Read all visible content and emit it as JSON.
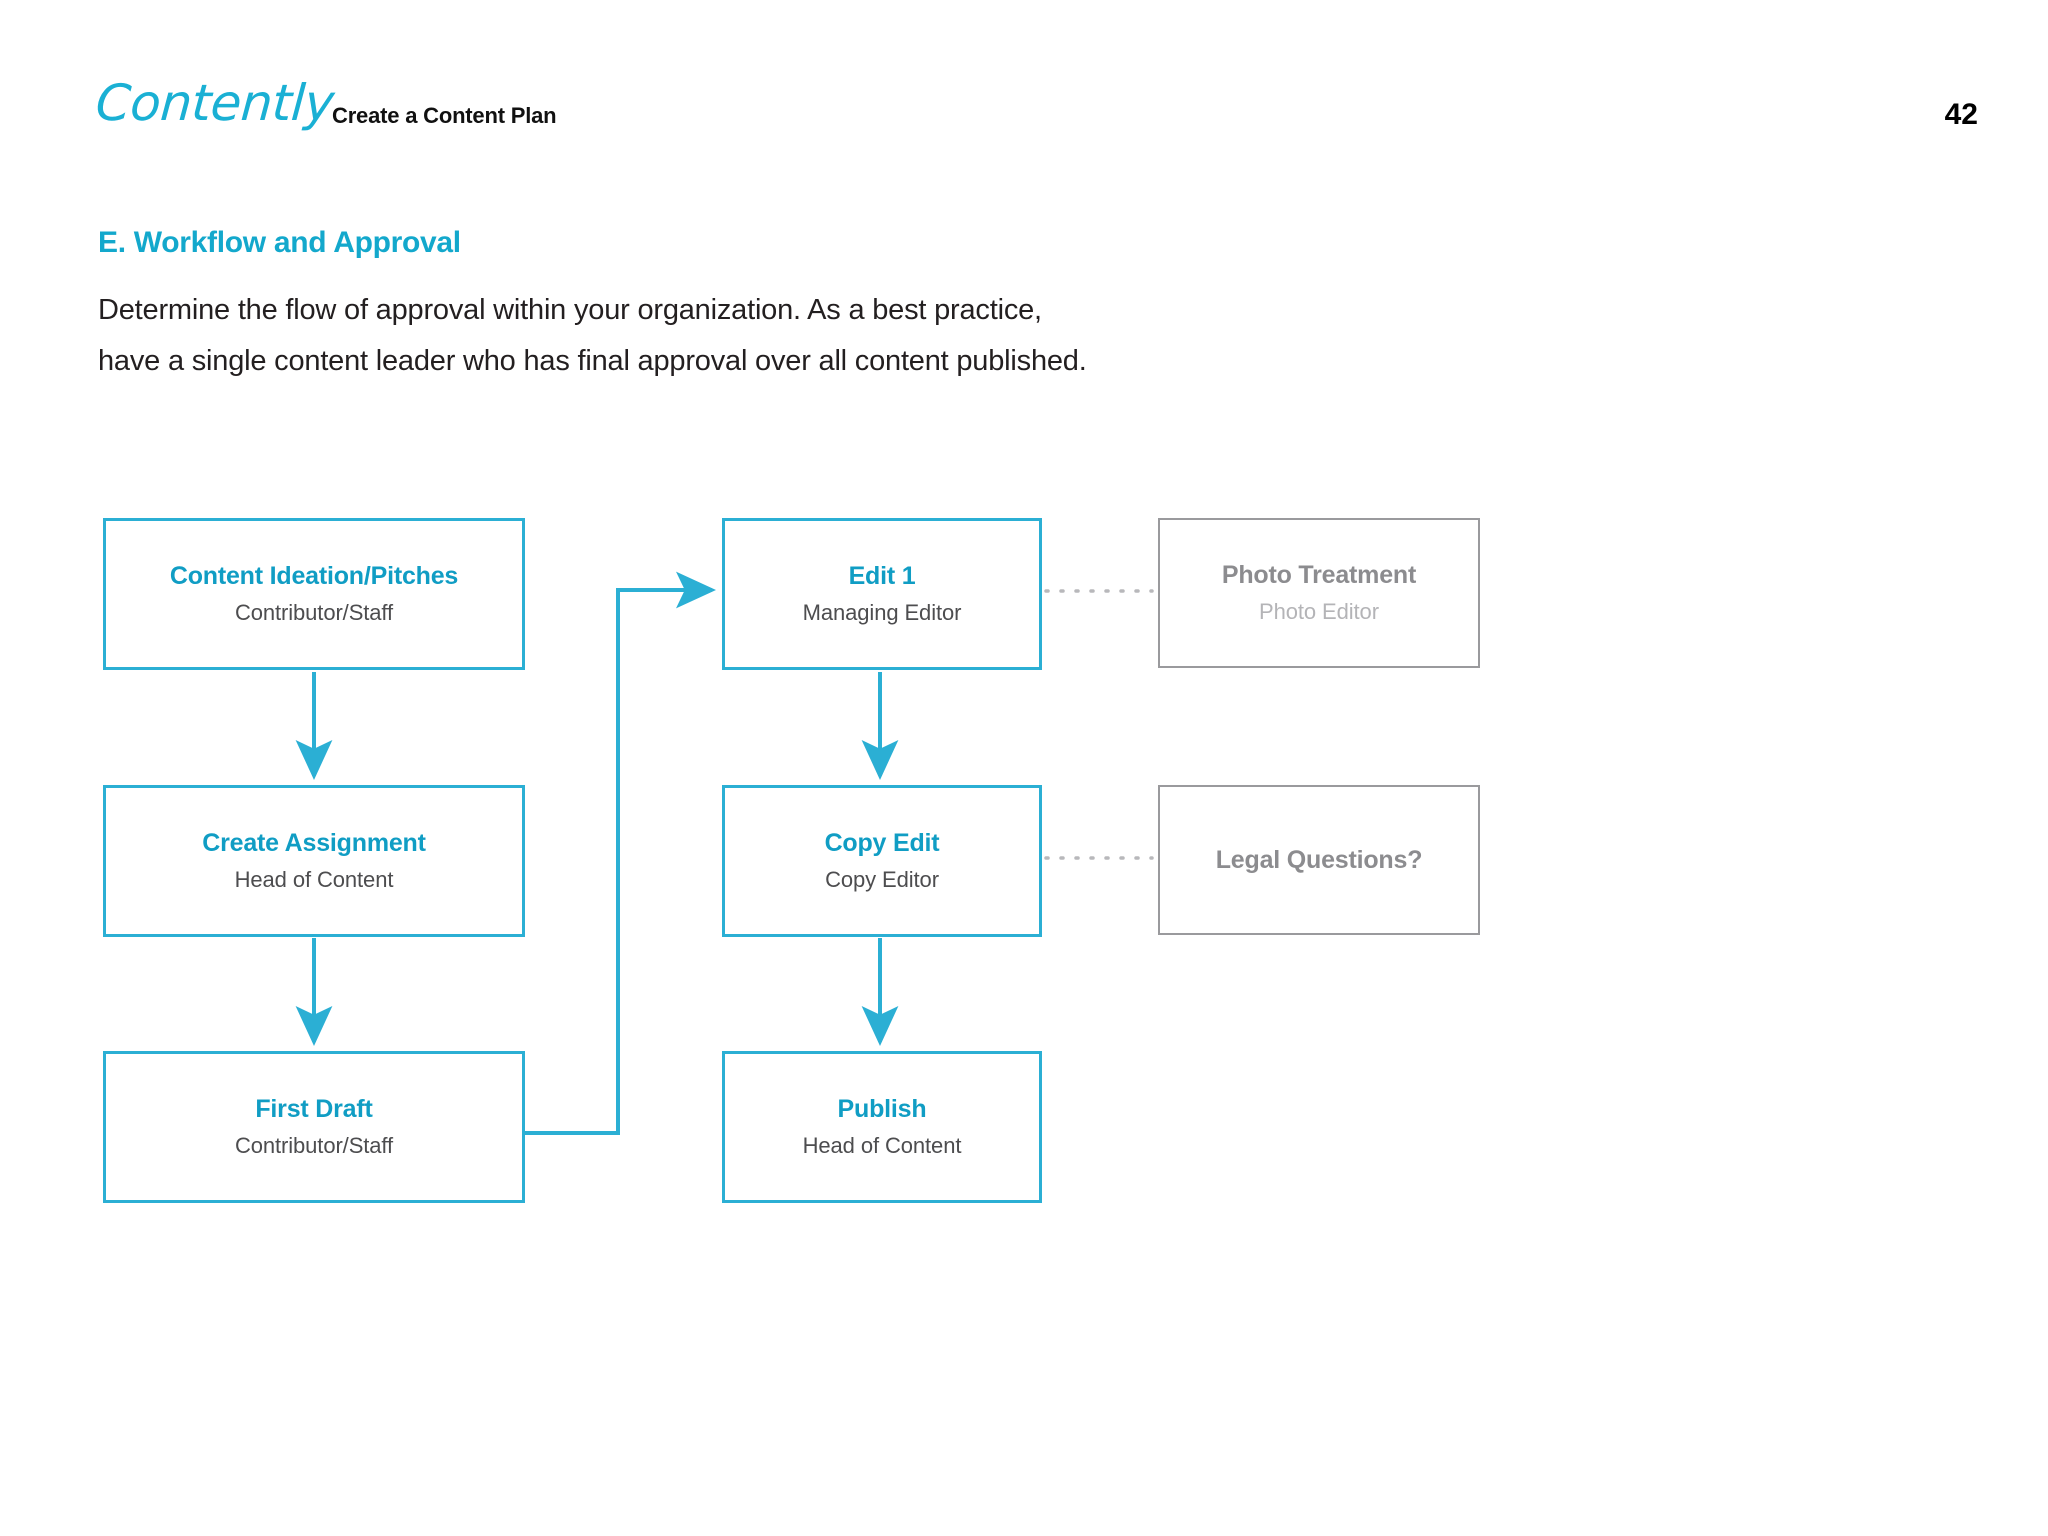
{
  "header": {
    "logo": "Contently",
    "title": "Create a Content Plan",
    "page_number": "42"
  },
  "section": {
    "heading": "E. Workflow and Approval",
    "paragraph_line1": "Determine the flow of approval within your organization. As a best practice,",
    "paragraph_line2": "have a single content leader who has final approval over all content published."
  },
  "colors": {
    "brand_cyan": "#13a8cc",
    "node_border_blue": "#2bafd4",
    "node_title_blue": "#109dc4",
    "node_border_gray": "#9a9a9d",
    "node_title_gray": "#8c8c8f",
    "node_sub_gray": "#b4b4b7",
    "body_text": "#231f20",
    "background": "#ffffff"
  },
  "diagram": {
    "type": "flowchart",
    "nodes": [
      {
        "id": "content-ideation",
        "title": "Content Ideation/Pitches",
        "subtitle": "Contributor/Staff",
        "style": "blue",
        "column": "left",
        "row": 1
      },
      {
        "id": "create-assignment",
        "title": "Create Assignment",
        "subtitle": "Head of Content",
        "style": "blue",
        "column": "left",
        "row": 2
      },
      {
        "id": "first-draft",
        "title": "First Draft",
        "subtitle": "Contributor/Staff",
        "style": "blue",
        "column": "left",
        "row": 3
      },
      {
        "id": "edit-1",
        "title": "Edit 1",
        "subtitle": "Managing Editor",
        "style": "blue",
        "column": "middle",
        "row": 1
      },
      {
        "id": "copy-edit",
        "title": "Copy Edit",
        "subtitle": "Copy Editor",
        "style": "blue",
        "column": "middle",
        "row": 2
      },
      {
        "id": "publish",
        "title": "Publish",
        "subtitle": "Head of Content",
        "style": "blue",
        "column": "middle",
        "row": 3
      },
      {
        "id": "photo-treatment",
        "title": "Photo Treatment",
        "subtitle": "Photo Editor",
        "style": "gray",
        "column": "right",
        "row": 1
      },
      {
        "id": "legal-questions",
        "title": "Legal Questions?",
        "subtitle": "",
        "style": "gray",
        "column": "right",
        "row": 2
      }
    ],
    "edges": [
      {
        "from": "content-ideation",
        "to": "create-assignment",
        "kind": "arrow-down",
        "style": "solid"
      },
      {
        "from": "create-assignment",
        "to": "first-draft",
        "kind": "arrow-down",
        "style": "solid"
      },
      {
        "from": "first-draft",
        "to": "edit-1",
        "kind": "elbow-right-up-right",
        "style": "solid"
      },
      {
        "from": "edit-1",
        "to": "copy-edit",
        "kind": "arrow-down",
        "style": "solid"
      },
      {
        "from": "copy-edit",
        "to": "publish",
        "kind": "arrow-down",
        "style": "solid"
      },
      {
        "from": "edit-1",
        "to": "photo-treatment",
        "kind": "connector",
        "style": "dotted"
      },
      {
        "from": "copy-edit",
        "to": "legal-questions",
        "kind": "connector",
        "style": "dotted"
      }
    ]
  }
}
